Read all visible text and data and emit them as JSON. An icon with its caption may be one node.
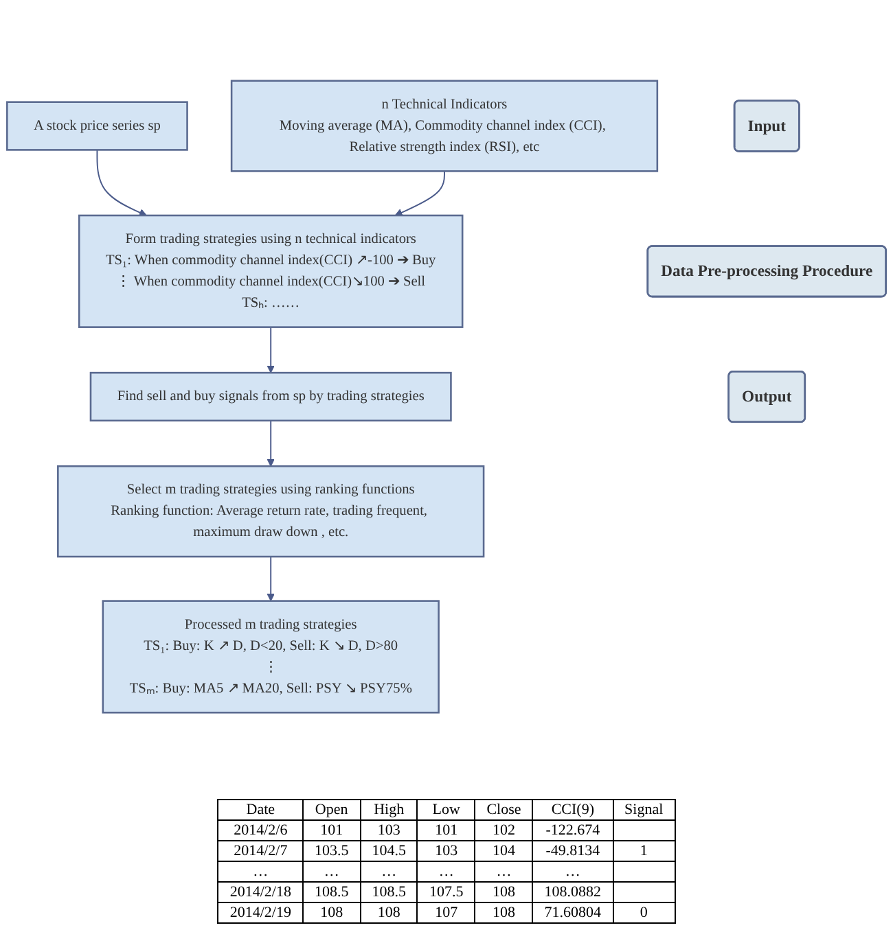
{
  "diagram": {
    "nodes": [
      {
        "text": [
          "Input"
        ]
      },
      {
        "text": [
          "A stock price series sp"
        ]
      },
      {
        "text": [
          "n Technical Indicators",
          "Moving average (MA), Commodity channel index (CCI), Relative strength index (RSI), etc"
        ]
      },
      {
        "text": [
          "Data Pre-processing Procedure"
        ]
      },
      {
        "text": [
          "Form trading strategies using n technical indicators",
          "TS₁: When commodity channel index(CCI) ↗-100 ➔ Buy",
          "⋮ When commodity channel index(CCI)↘100 ➔ Sell",
          "TSₕ: ……"
        ]
      },
      {
        "text": [
          "Find sell and buy signals from sp by trading strategies"
        ]
      },
      {
        "text": [
          "Select m trading strategies using ranking functions",
          "Ranking function: Average return rate, trading frequent, maximum draw down , etc."
        ]
      },
      {
        "text": [
          "Output"
        ]
      },
      {
        "text": [
          "Processed m trading strategies",
          "TS₁: Buy: K ↗ D, D<20, Sell: K ↘ D, D>80",
          "⋮",
          "TSₘ: Buy: MA5 ↗ MA20, Sell: PSY ↘ PSY75%"
        ]
      }
    ],
    "edges": [
      {
        "from": 1,
        "to": 4,
        "arrow": "to"
      },
      {
        "from": 2,
        "to": 4,
        "arrow": "to"
      },
      {
        "from": 4,
        "to": 5,
        "arrow": "to"
      },
      {
        "from": 5,
        "to": 6,
        "arrow": "to"
      },
      {
        "from": 6,
        "to": 8,
        "arrow": "to"
      }
    ],
    "labels": [
      "Date",
      "Open",
      "High",
      "Low",
      "Close",
      "CCI(9)",
      "Signal",
      "2014/2/6",
      "101",
      "103",
      "101",
      "102",
      "-122.674",
      "2014/2/7",
      "103.5",
      "104.5",
      "103",
      "104",
      "-49.8134",
      "1",
      "…",
      "…",
      "…",
      "…",
      "…",
      "…",
      "2014/2/18",
      "108.5",
      "108.5",
      "107.5",
      "108",
      "108.0882",
      "2014/2/19",
      "108",
      "108",
      "107",
      "108",
      "71.60804",
      "0"
    ]
  }
}
